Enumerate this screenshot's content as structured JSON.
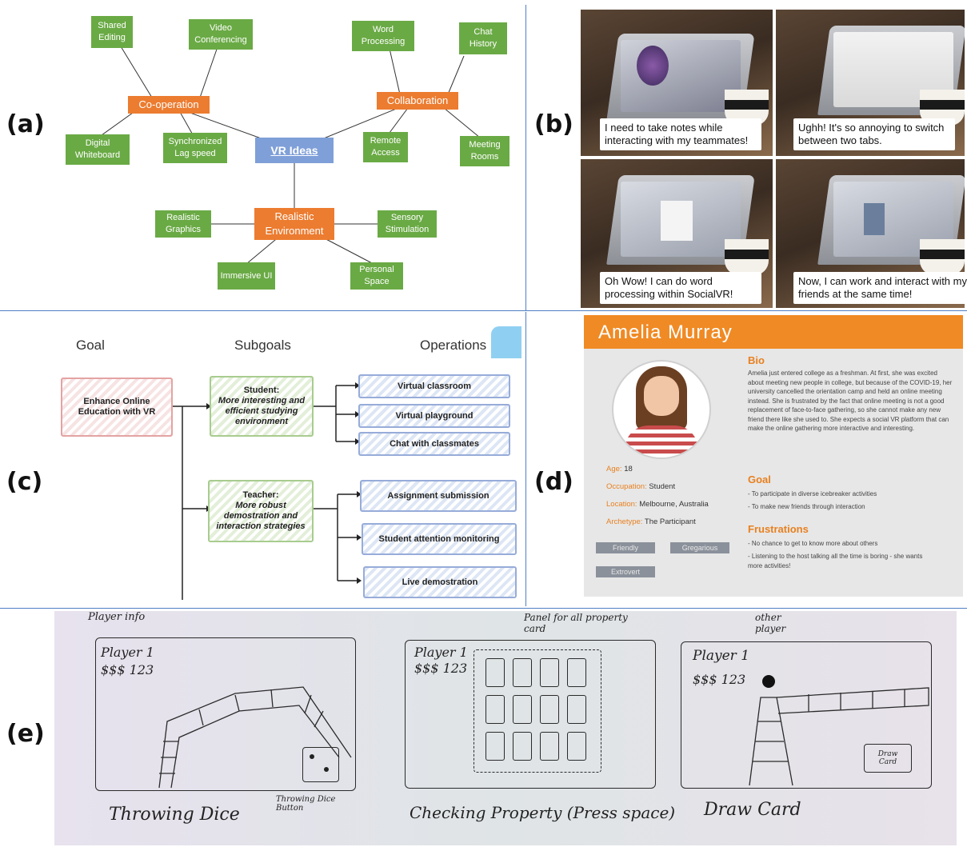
{
  "labels": {
    "a": "(a)",
    "b": "(b)",
    "c": "(c)",
    "d": "(d)",
    "e": "(e)"
  },
  "mindmap": {
    "center": "VR Ideas",
    "branches": [
      "Co-operation",
      "Collaboration",
      "Realistic Environment"
    ],
    "leaves": {
      "shared_editing": "Shared Editing",
      "video_conferencing": "Video Conferencing",
      "digital_whiteboard": "Digital Whiteboard",
      "synchronized_lag": "Synchronized Lag speed",
      "word_processing": "Word Processing",
      "chat_history": "Chat History",
      "remote_access": "Remote Access",
      "meeting_rooms": "Meeting Rooms",
      "realistic_graphics": "Realistic Graphics",
      "sensory_stimulation": "Sensory Stimulation",
      "immersive_ui": "Immersive UI",
      "personal_space": "Personal Space"
    },
    "colors": {
      "leaf": "#6aaa45",
      "branch": "#ec7c30",
      "center": "#7f9fd8"
    }
  },
  "storyboard": {
    "captions": [
      "I need to take notes while interacting with my teammates!",
      "Ughh! It's so annoying to switch between two tabs.",
      "Oh Wow! I can do word processing within SocialVR!",
      "Now, I can work and interact with my friends at the same time!"
    ]
  },
  "goal_tree": {
    "headers": [
      "Goal",
      "Subgoals",
      "Operations"
    ],
    "goal": "Enhance Online Education with VR",
    "subgoals": [
      {
        "role": "Student:",
        "text": "More interesting and efficient studying environment"
      },
      {
        "role": "Teacher:",
        "text": "More robust demostration and interaction strategies"
      }
    ],
    "operations": [
      "Virtual classroom",
      "Virtual playground",
      "Chat with classmates",
      "Assignment submission",
      "Student attention monitoring",
      "Live demostration"
    ]
  },
  "persona": {
    "name": "Amelia Murray",
    "bio_title": "Bio",
    "bio": "Amelia just entered college as a freshman. At first, she was excited about meeting new people in college, but because of the COVID-19, her university cancelled the orientation camp and held an online meeting instead. She is frustrated by the fact that online meeting is not a good replacement of face-to-face gathering, so she cannot make any new friend there like she used to. She expects a social VR platform that can make the online gathering more interactive and interesting.",
    "attributes": [
      {
        "key": "Age:",
        "value": "18"
      },
      {
        "key": "Occupation:",
        "value": "Student"
      },
      {
        "key": "Location:",
        "value": "Melbourne, Australia"
      },
      {
        "key": "Archetype:",
        "value": "The Participant"
      }
    ],
    "tags": [
      "Friendly",
      "Gregarious",
      "Extrovert"
    ],
    "goal_title": "Goal",
    "goals": [
      "- To participate in diverse icebreaker activities",
      "- To make new friends through interaction"
    ],
    "frustrations_title": "Frustrations",
    "frustrations": [
      "- No chance to get to know more about others",
      "- Listening to the host talking all the time is boring - she wants more activities!"
    ],
    "accent": "#f08a24"
  },
  "sketches": {
    "player_info_note": "Player info",
    "player_label": "Player 1",
    "money_label": "$$$ 123",
    "panel_note": "Panel for all property card",
    "other_player_note": "other player",
    "draw_card_button": "Draw Card",
    "dice_button_note": "Throwing Dice Button",
    "titles": [
      "Throwing Dice",
      "Checking Property (Press space)",
      "Draw Card"
    ]
  }
}
